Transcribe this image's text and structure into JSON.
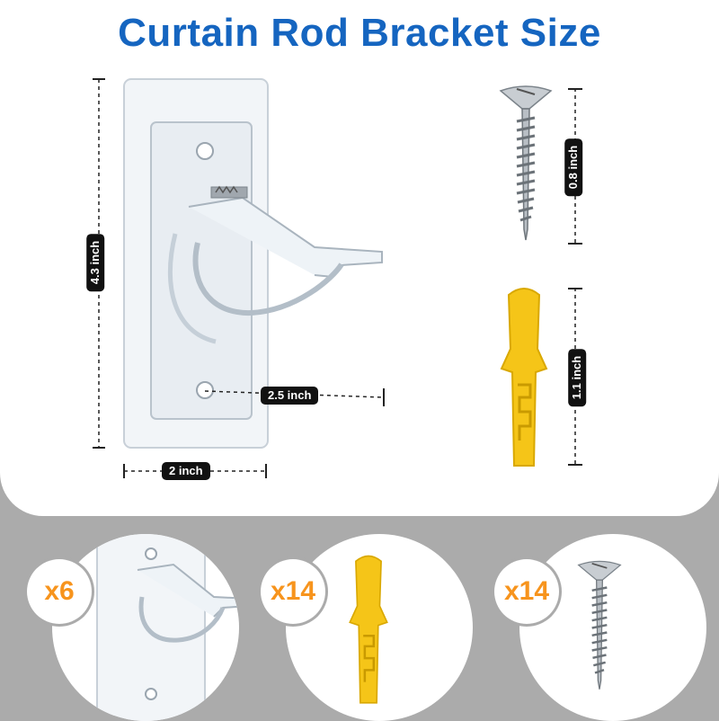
{
  "title": "Curtain Rod Bracket Size",
  "dimensions": {
    "height": "4.3 inch",
    "width": "2 inch",
    "depth": "2.5 inch",
    "screw_length": "0.8 inch",
    "anchor_length": "1.1 inch"
  },
  "quantities": {
    "brackets": "x6",
    "anchors": "x14",
    "screws": "x14"
  },
  "colors": {
    "title": "#1565c0",
    "quantity_text": "#f7941d",
    "anchor": "#f5c518",
    "background_gray": "#ababab"
  }
}
